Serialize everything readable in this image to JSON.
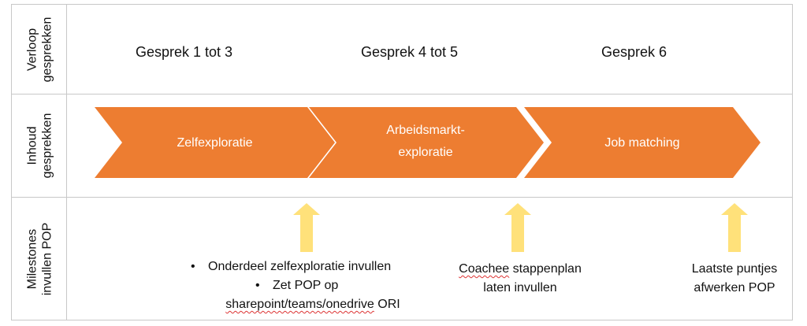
{
  "rows": {
    "verloop": {
      "line1": "Verloop",
      "line2": "gesprekken"
    },
    "inhoud": {
      "line1": "Inhoud",
      "line2": "gesprekken"
    },
    "milestones": {
      "line1": "Milestones",
      "line2": "invullen POP"
    }
  },
  "gesprekken": [
    "Gesprek 1 tot 3",
    "Gesprek 4 tot 5",
    "Gesprek 6"
  ],
  "phases": [
    {
      "line1": "Zelfexploratie"
    },
    {
      "line1": "Arbeidsmarkt-",
      "line2": "exploratie"
    },
    {
      "line1": "Job matching"
    }
  ],
  "milestones": {
    "m1": {
      "bullet1": "Onderdeel zelfexploratie invullen",
      "bullet2": "Zet POP op",
      "line3_part1": "sharepoint/teams/onedrive",
      "line3_part2": " ORI"
    },
    "m2": {
      "line1_part1": "Coachee",
      "line1_part2": " stappenplan",
      "line2": "laten invullen"
    },
    "m3": {
      "line1": "Laatste puntjes",
      "line2": "afwerken POP"
    }
  },
  "colors": {
    "chevron": "#ed7d31",
    "arrow": "#ffe17a",
    "border": "#c8c8c8"
  }
}
